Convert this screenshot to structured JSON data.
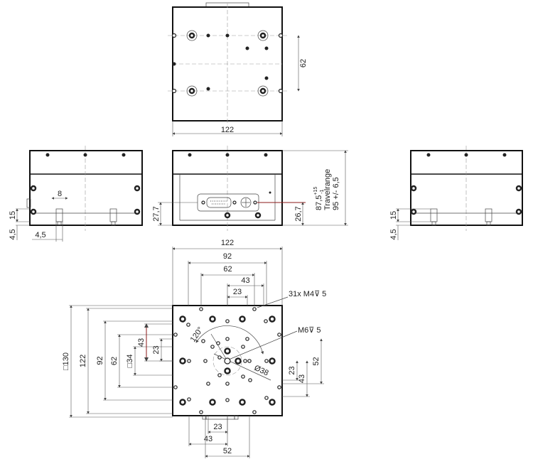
{
  "top_view": {
    "width_label": "122",
    "hole_spacing_label": "62"
  },
  "left_side_view": {
    "pin_width_label": "8",
    "pin_height_label": "15",
    "pin_offset_v_label": "4,5",
    "pin_offset_h_label": "4,5"
  },
  "front_view": {
    "connector_height_label": "27,7",
    "connector_offset_label": "26,7",
    "height_label": "87,5",
    "height_tolerance_upper": "+15",
    "height_tolerance_lower": "-1",
    "travelrange_label": "Travelrange",
    "travelrange_value": "95 +/- 6,5"
  },
  "right_side_view": {
    "pin_height_label": "15",
    "pin_offset_label": "4,5"
  },
  "bottom_view": {
    "top_dims": [
      "122",
      "92",
      "62",
      "43",
      "23"
    ],
    "left_dims": [
      "□130",
      "122",
      "92",
      "62",
      "□34",
      "43",
      "23"
    ],
    "right_dims": [
      "23",
      "43",
      "52"
    ],
    "bottom_dims": [
      "23",
      "43",
      "52"
    ],
    "callout_m4": "31x M4⊽ 5",
    "callout_m6": "M6⊽ 5",
    "angle_label": "120°",
    "diameter_label": "Ø38"
  }
}
